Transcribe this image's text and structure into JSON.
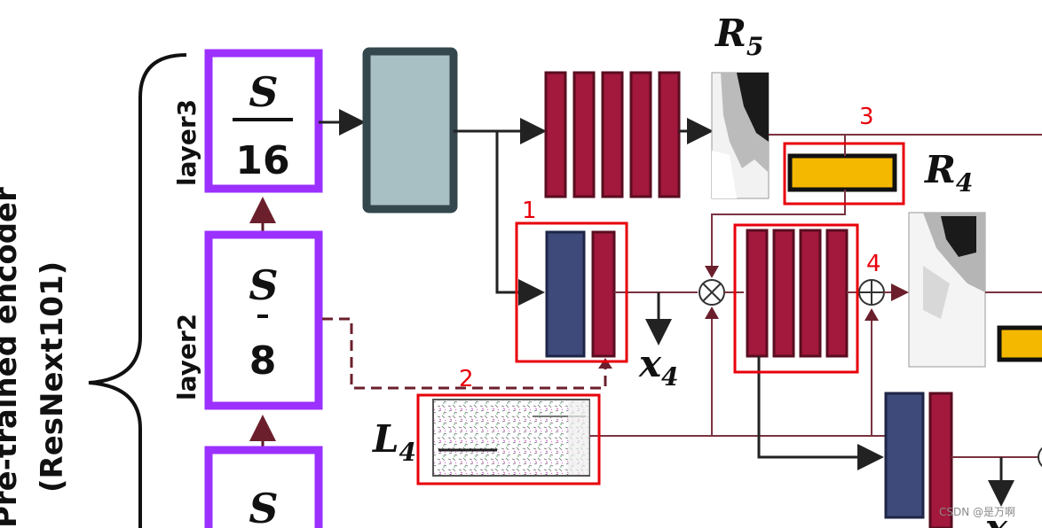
{
  "encoder": {
    "label_line1": "Pre-trained encoder",
    "label_line2": "(ResNext101)"
  },
  "layers": [
    {
      "name": "layer3",
      "numerator": "S",
      "denominator": "16"
    },
    {
      "name": "layer2",
      "numerator": "S",
      "denominator": "8"
    },
    {
      "name": "",
      "numerator": "S",
      "denominator": ""
    }
  ],
  "labels": {
    "r5_base": "R",
    "r5_sub": "5",
    "r4_base": "R",
    "r4_sub": "4",
    "l4_base": "L",
    "l4_sub": "4",
    "x4_base": "x",
    "x4_sub": "4",
    "x3_base": "x"
  },
  "annotations": [
    "1",
    "2",
    "3",
    "4"
  ],
  "watermark": "CSDN @是万啊",
  "colors": {
    "purple": "#9b30ff",
    "crimson": "#a3183d",
    "navy": "#3d4a7a",
    "teal_fill": "#a8bfc4",
    "teal_border": "#33474d",
    "gold": "#f5b800",
    "red_box": "#e8000b",
    "line": "#7a3340"
  }
}
